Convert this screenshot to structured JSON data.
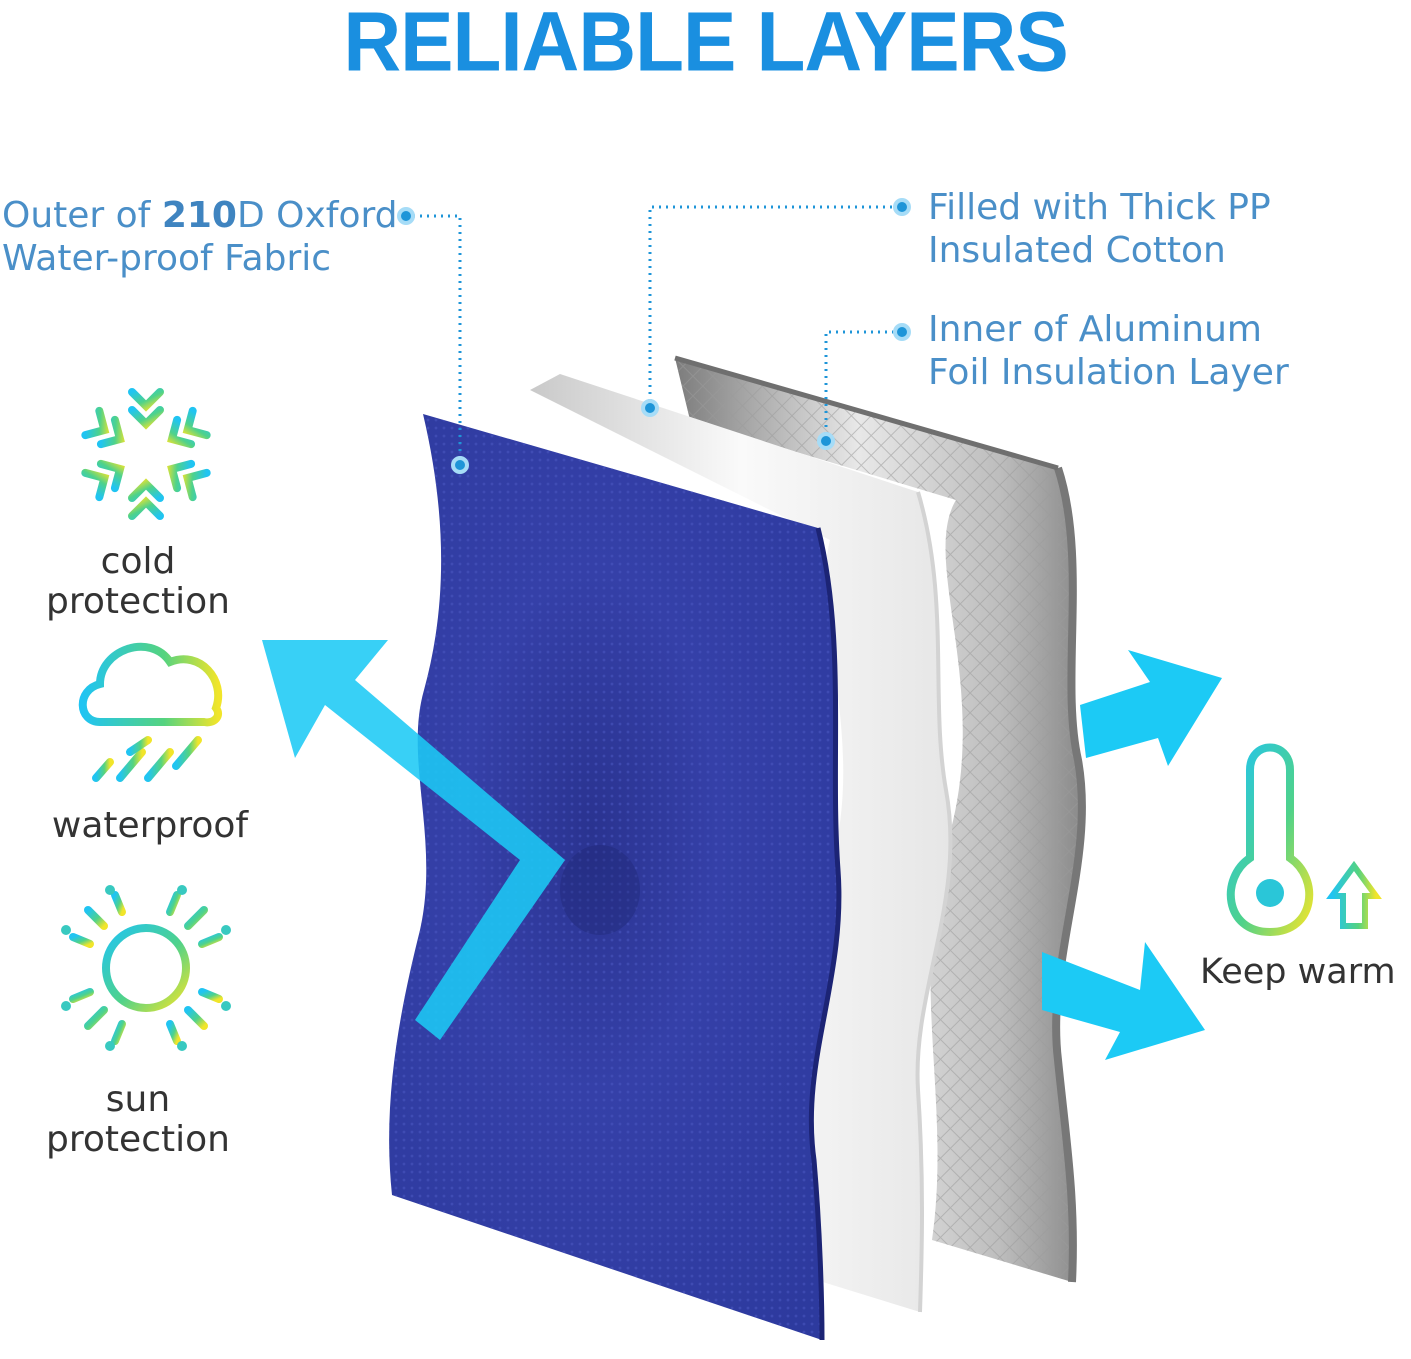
{
  "title": "RELIABLE LAYERS",
  "layers": {
    "outer": {
      "prefix": "Outer of ",
      "bold": "210",
      "suffix": "D Oxford",
      "line2": "Water-proof Fabric"
    },
    "middle": {
      "line1": "Filled with Thick PP",
      "line2": "Insulated Cotton"
    },
    "inner": {
      "line1": "Inner of Aluminum",
      "line2": "Foil Insulation Layer"
    }
  },
  "features": {
    "cold": {
      "line1": "cold",
      "line2": "protection",
      "icon": "snowflake-icon"
    },
    "waterproof": {
      "line1": "waterproof",
      "icon": "rain-cloud-icon"
    },
    "sun": {
      "line1": "sun",
      "line2": "protection",
      "icon": "sun-icon"
    },
    "warm": {
      "line1": "Keep warm",
      "icon": "thermometer-icon"
    }
  },
  "colors": {
    "title": "#1a8fe0",
    "label": "#4a8fc8",
    "outer_fabric": "#2b3ba0",
    "arrow": "#1ccaf5",
    "gradient_start": "#22c8f0",
    "gradient_end": "#f0e62a"
  }
}
